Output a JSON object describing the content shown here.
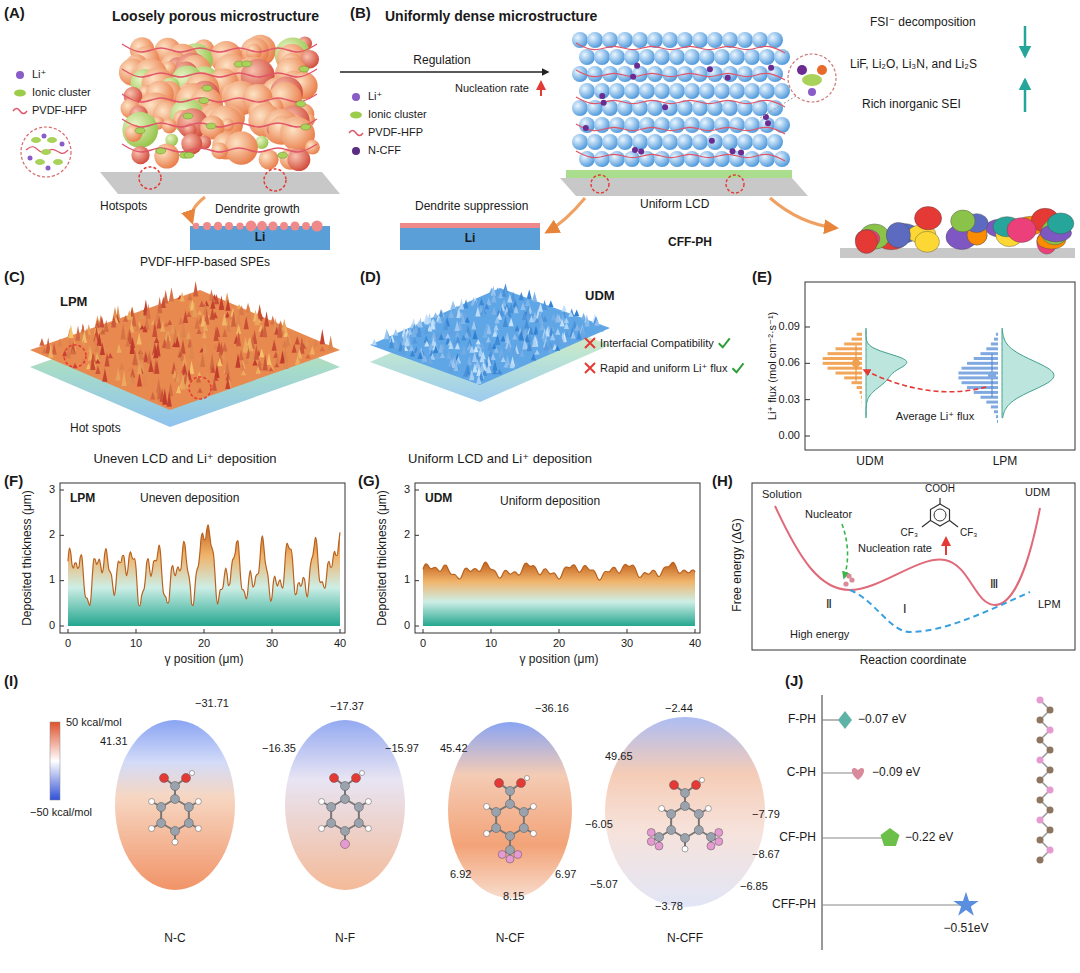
{
  "diagram": {
    "labels": [
      "(A)",
      "Loosely porous microstructure",
      "Hotspots",
      "Dendrite growth",
      "Li",
      "PVDF-HFP-based SPEs",
      "Regulation",
      "Nucleation rate",
      "(B)",
      "Uniformly dense microstructure",
      "FSI⁻ decomposition",
      "LiF, Li₂O, Li₃N, and Li₂S",
      "Rich inorganic SEI",
      "Dendrite suppression",
      "Li",
      "Uniform LCD",
      "CFF-PH",
      "(C)",
      "LPM",
      "Hot spots",
      "Uneven LCD and Li⁺ deposition",
      "(D)",
      "UDM",
      "Interfacial Compatibility",
      "Rapid and uniform Li⁺ flux",
      "Uniform LCD and Li⁺ deposition",
      "(E)",
      "Li⁺ flux (mol cm⁻²·s⁻¹)",
      "0.09",
      "0.06",
      "0.03",
      "0.00",
      "UDM",
      "LPM",
      "Average Li⁺ flux",
      "(F)",
      "LPM",
      "Uneven deposition",
      "0",
      "1",
      "2",
      "3",
      "Deposited thickness (μm)",
      "0",
      "10",
      "20",
      "30",
      "40",
      "γ position (μm)",
      "(G)",
      "UDM",
      "Uniform deposition",
      "0",
      "1",
      "2",
      "3",
      "Deposited thickness (μm)",
      "0",
      "10",
      "20",
      "30",
      "40",
      "γ position (μm)",
      "(H)",
      "Free energy (ΔG)",
      "Reaction coordinate",
      "Solution",
      "Nucleator",
      "Nucleation rate",
      "UDM",
      "LPM",
      "High energy",
      "Ⅰ",
      "Ⅱ",
      "Ⅲ",
      "COOH",
      "CF₃",
      "CF₃",
      "(I)",
      "50 kcal/mol",
      "−50 kcal/mol",
      "41.31",
      "−31.71",
      "−16.35",
      "−17.37",
      "−15.97",
      "45.42",
      "−36.16",
      "6.92",
      "8.15",
      "6.97",
      "49.65",
      "−2.44",
      "−6.05",
      "−7.79",
      "−5.07",
      "−3.78",
      "−8.67",
      "−6.85",
      "N-C",
      "N-F",
      "N-CF",
      "N-CFF",
      "(J)",
      "F-PH",
      "−0.07 eV",
      "C-PH",
      "−0.09 eV",
      "CF-PH",
      "−0.22 eV",
      "CFF-PH",
      "−0.51eV"
    ],
    "legend": [
      {
        "text": "Li⁺"
      },
      {
        "text": "Ionic cluster"
      },
      {
        "text": "PVDF-HFP"
      },
      {
        "text": "Li⁺"
      },
      {
        "text": "Ionic cluster"
      },
      {
        "text": "PVDF-HFP"
      },
      {
        "text": "N-CFF"
      }
    ]
  }
}
